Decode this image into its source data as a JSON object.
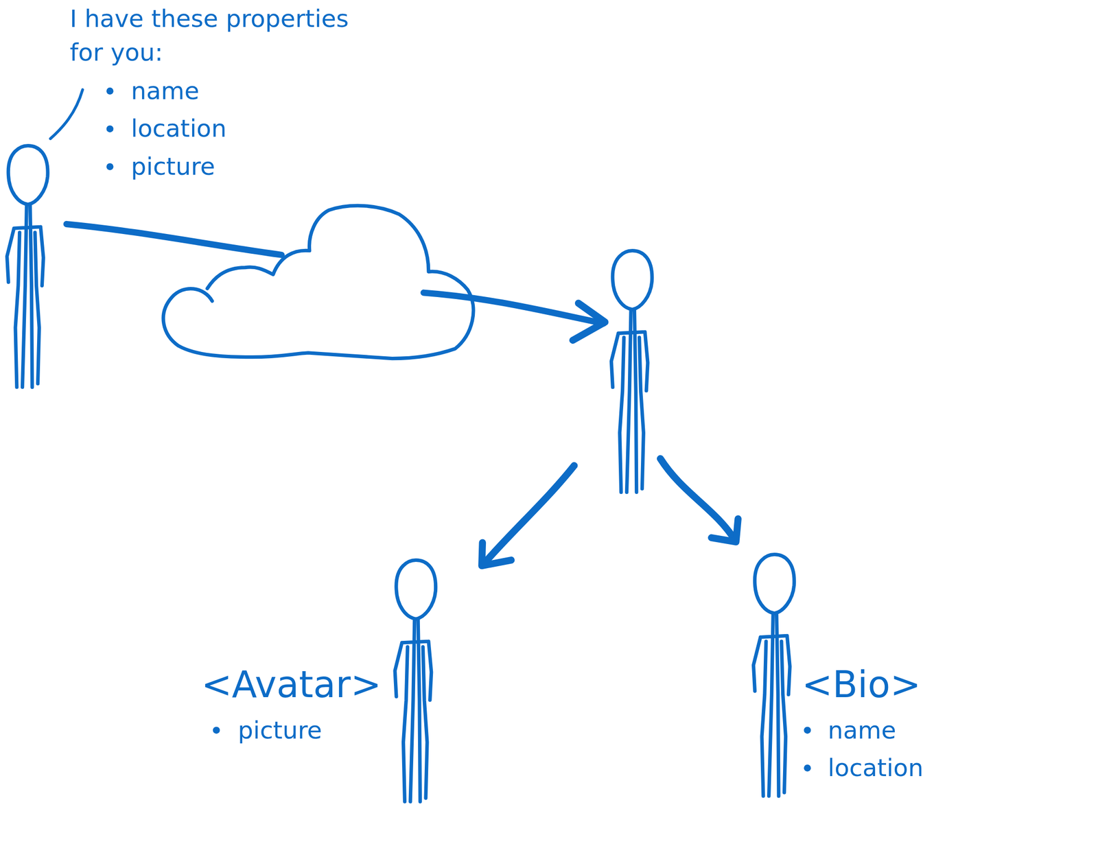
{
  "diagram": {
    "labels": [
      "I have these properties for you:",
      "name",
      "location",
      "picture",
      "<Avatar>",
      "picture",
      "<Bio>",
      "name",
      "location"
    ]
  }
}
